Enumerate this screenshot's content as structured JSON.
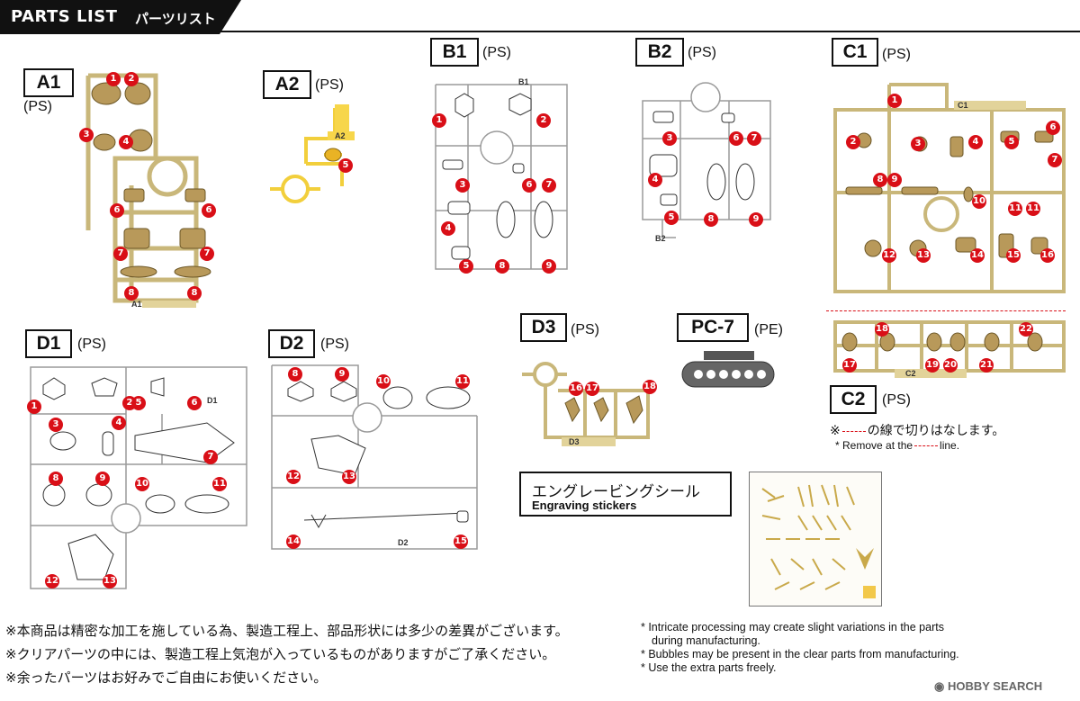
{
  "header": {
    "title": "PARTS LIST",
    "title_jp": "パーツリスト"
  },
  "runners": {
    "A1": {
      "label": "A1",
      "mat": "(PS)",
      "tag": "A1"
    },
    "A2": {
      "label": "A2",
      "mat": "(PS)",
      "tag": "A2"
    },
    "B1": {
      "label": "B1",
      "mat": "(PS)",
      "tag": "B1"
    },
    "B2": {
      "label": "B2",
      "mat": "(PS)",
      "tag": "B2"
    },
    "C1": {
      "label": "C1",
      "mat": "(PS)",
      "tag": "C1"
    },
    "C2": {
      "label": "C2",
      "mat": "(PS)",
      "tag": "C2"
    },
    "D1": {
      "label": "D1",
      "mat": "(PS)",
      "tag": "D1"
    },
    "D2": {
      "label": "D2",
      "mat": "(PS)",
      "tag": "D2"
    },
    "D3": {
      "label": "D3",
      "mat": "(PS)",
      "tag": "D3"
    },
    "PC7": {
      "label": "PC-7",
      "mat": "(PE)"
    }
  },
  "c2_note": {
    "jp_prefix": "※",
    "jp_text": "の線で切りはなします。",
    "en_prefix": "* Remove at the",
    "en_suffix": "line."
  },
  "engraving": {
    "jp": "エングレービングシール",
    "en": "Engraving stickers"
  },
  "notes_jp": [
    "※本商品は精密な加工を施している為、製造工程上、部品形状には多少の差異がございます。",
    "※クリアパーツの中には、製造工程上気泡が入っているものがありますがご了承ください。",
    "※余ったパーツはお好みでご自由にお使いください。"
  ],
  "notes_en": [
    "* Intricate processing may create slight variations in the parts",
    "during manufacturing.",
    "* Bubbles may be present in the clear parts from manufacturing.",
    "* Use the extra parts freely."
  ],
  "logo": "HOBBY SEARCH",
  "colors": {
    "red": "#d90f17",
    "tan": "#e2d39a",
    "tan_dark": "#a8955a",
    "yellow": "#f7d64a",
    "gray": "#ffffff"
  }
}
